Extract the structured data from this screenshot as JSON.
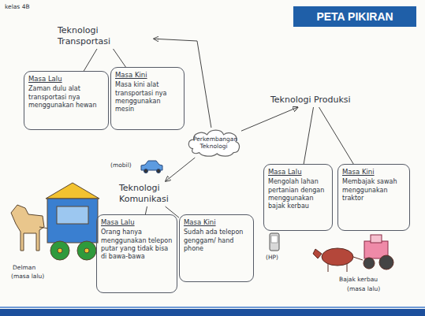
{
  "diagram": {
    "title": "PETA PIKIRAN",
    "nodes": [
      {
        "text": [
          "Perkembangan Teknologi"
        ]
      },
      {
        "text": [
          "Teknologi Transportasi"
        ]
      },
      {
        "text": [
          "Masa Lalu",
          "Zaman dulu alat transportasi nya menggunakan hewan"
        ]
      },
      {
        "text": [
          "Masa Kini",
          "Masa kini alat transportasi nya menggunakan mesin"
        ]
      },
      {
        "text": [
          "Teknologi Produksi"
        ]
      },
      {
        "text": [
          "Masa Lalu",
          "Mengolah lahan pertanian dengan menggunakan bajak kerbau"
        ]
      },
      {
        "text": [
          "Masa Kini",
          "Membajak sawah menggunakan traktor"
        ]
      },
      {
        "text": [
          "Teknologi Komunikasi"
        ]
      },
      {
        "text": [
          "Masa Lalu",
          "Orang hanya menggunakan telepon putar yang tidak bisa di bawa-bawa"
        ]
      },
      {
        "text": [
          "Masa Kini",
          "Sudah ada telepon genggam/ hand phone"
        ]
      }
    ],
    "edges": [
      {
        "from": 0,
        "to": 1,
        "arrow": "to"
      },
      {
        "from": 0,
        "to": 4,
        "arrow": "to"
      },
      {
        "from": 0,
        "to": 7,
        "arrow": "to"
      },
      {
        "from": 1,
        "to": 2,
        "arrow": "none"
      },
      {
        "from": 1,
        "to": 3,
        "arrow": "none"
      },
      {
        "from": 4,
        "to": 5,
        "arrow": "none"
      },
      {
        "from": 4,
        "to": 6,
        "arrow": "none"
      },
      {
        "from": 7,
        "to": 8,
        "arrow": "none"
      },
      {
        "from": 7,
        "to": 9,
        "arrow": "none"
      }
    ],
    "labels": [
      "kelas 4B",
      "Delman",
      "(masa lalu)",
      "(mobil)",
      "(HP)",
      "Bajak kerbau",
      "(masa lalu)"
    ]
  }
}
